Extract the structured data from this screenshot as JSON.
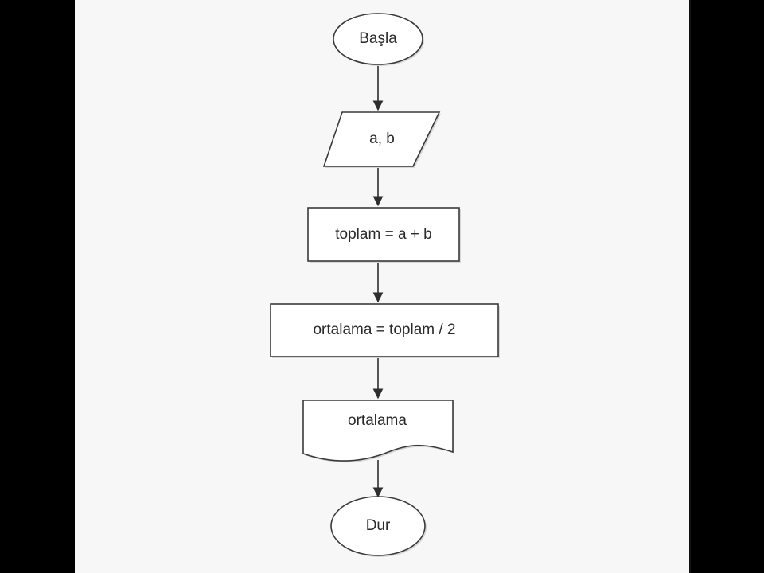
{
  "flowchart": {
    "nodes": [
      {
        "id": "start",
        "shape": "terminal",
        "label": "Başla"
      },
      {
        "id": "input",
        "shape": "parallelogram",
        "label": "a, b"
      },
      {
        "id": "sum",
        "shape": "process",
        "label": "toplam = a + b"
      },
      {
        "id": "avg",
        "shape": "process",
        "label": "ortalama = toplam / 2"
      },
      {
        "id": "output",
        "shape": "document",
        "label": "ortalama"
      },
      {
        "id": "end",
        "shape": "terminal",
        "label": "Dur"
      }
    ],
    "edges": [
      {
        "from": "start",
        "to": "input"
      },
      {
        "from": "input",
        "to": "sum"
      },
      {
        "from": "sum",
        "to": "avg"
      },
      {
        "from": "avg",
        "to": "output"
      },
      {
        "from": "output",
        "to": "end"
      }
    ]
  }
}
